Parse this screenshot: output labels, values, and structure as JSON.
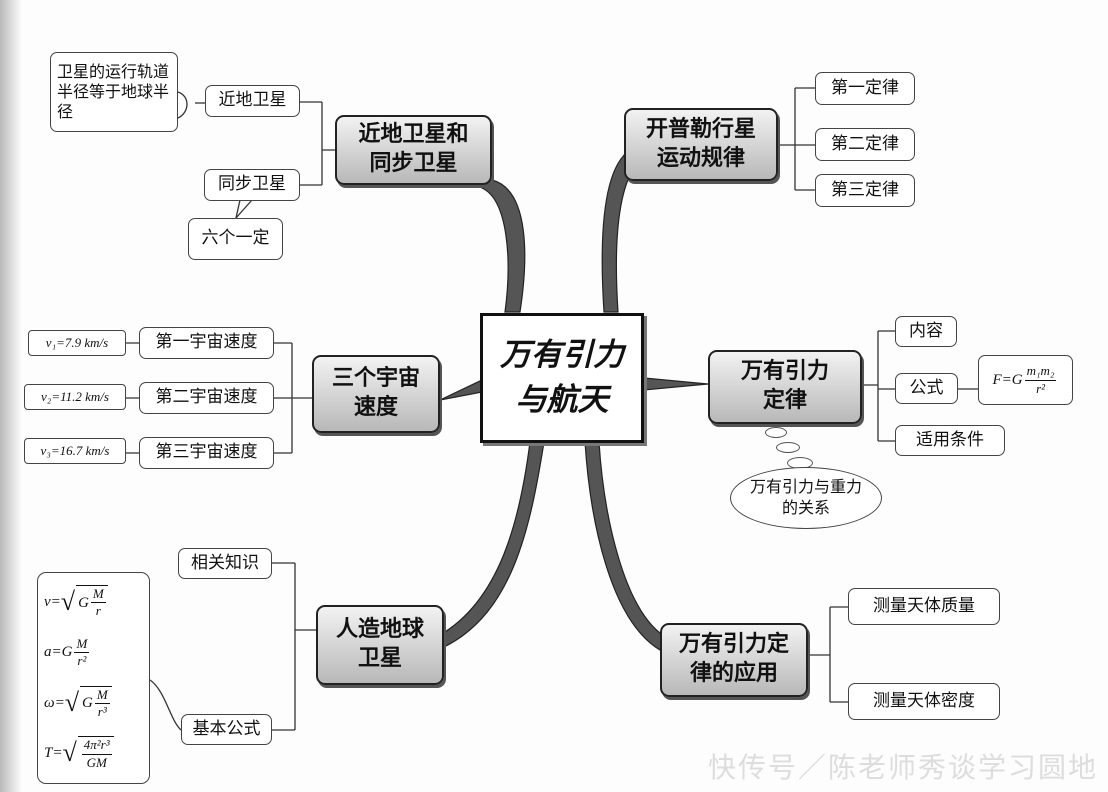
{
  "center": {
    "line1": "万有引力",
    "line2": "与航天"
  },
  "branches": {
    "near_sync": {
      "line1": "近地卫星和",
      "line2": "同步卫星"
    },
    "kepler": {
      "line1": "开普勒行星",
      "line2": "运动规律"
    },
    "cosmic": {
      "line1": "三个宇宙",
      "line2": "速度"
    },
    "law": {
      "line1": "万有引力",
      "line2": "定律"
    },
    "satellite": {
      "line1": "人造地球",
      "line2": "卫星"
    },
    "application": {
      "line1": "万有引力定",
      "line2": "律的应用"
    }
  },
  "near_sync_children": {
    "near_earth": "近地卫星",
    "near_earth_note": "卫星的运行轨道半径等于地球半径",
    "sync": "同步卫星",
    "sync_note": "六个一定"
  },
  "kepler_children": [
    "第一定律",
    "第二定律",
    "第三定律"
  ],
  "cosmic_children": [
    {
      "label": "第一宇宙速度",
      "value": "v₁=7.9 km/s"
    },
    {
      "label": "第二宇宙速度",
      "value": "v₂=11.2 km/s"
    },
    {
      "label": "第三宇宙速度",
      "value": "v₃=16.7 km/s"
    }
  ],
  "law_children": {
    "content": "内容",
    "formula": "公式",
    "formula_text": {
      "lhs": "F=G",
      "num": "m₁m₂",
      "den": "r²"
    },
    "conditions": "适用条件",
    "relation": "万有引力与重力的关系"
  },
  "satellite_children": {
    "related": "相关知识",
    "formulas": "基本公式",
    "formula_list": [
      {
        "lhs": "v=",
        "pre": "G",
        "num": "M",
        "den": "r"
      },
      {
        "lhs": "a=G",
        "num": "M",
        "den": "r²"
      },
      {
        "lhs": "ω=",
        "pre": "G",
        "num": "M",
        "den": "r³"
      },
      {
        "lhs": "T=",
        "pre": "",
        "num": "4π²r³",
        "den": "GM"
      }
    ]
  },
  "application_children": [
    "测量天体质量",
    "测量天体密度"
  ],
  "watermark": "快传号／陈老师秀谈学习圆地"
}
